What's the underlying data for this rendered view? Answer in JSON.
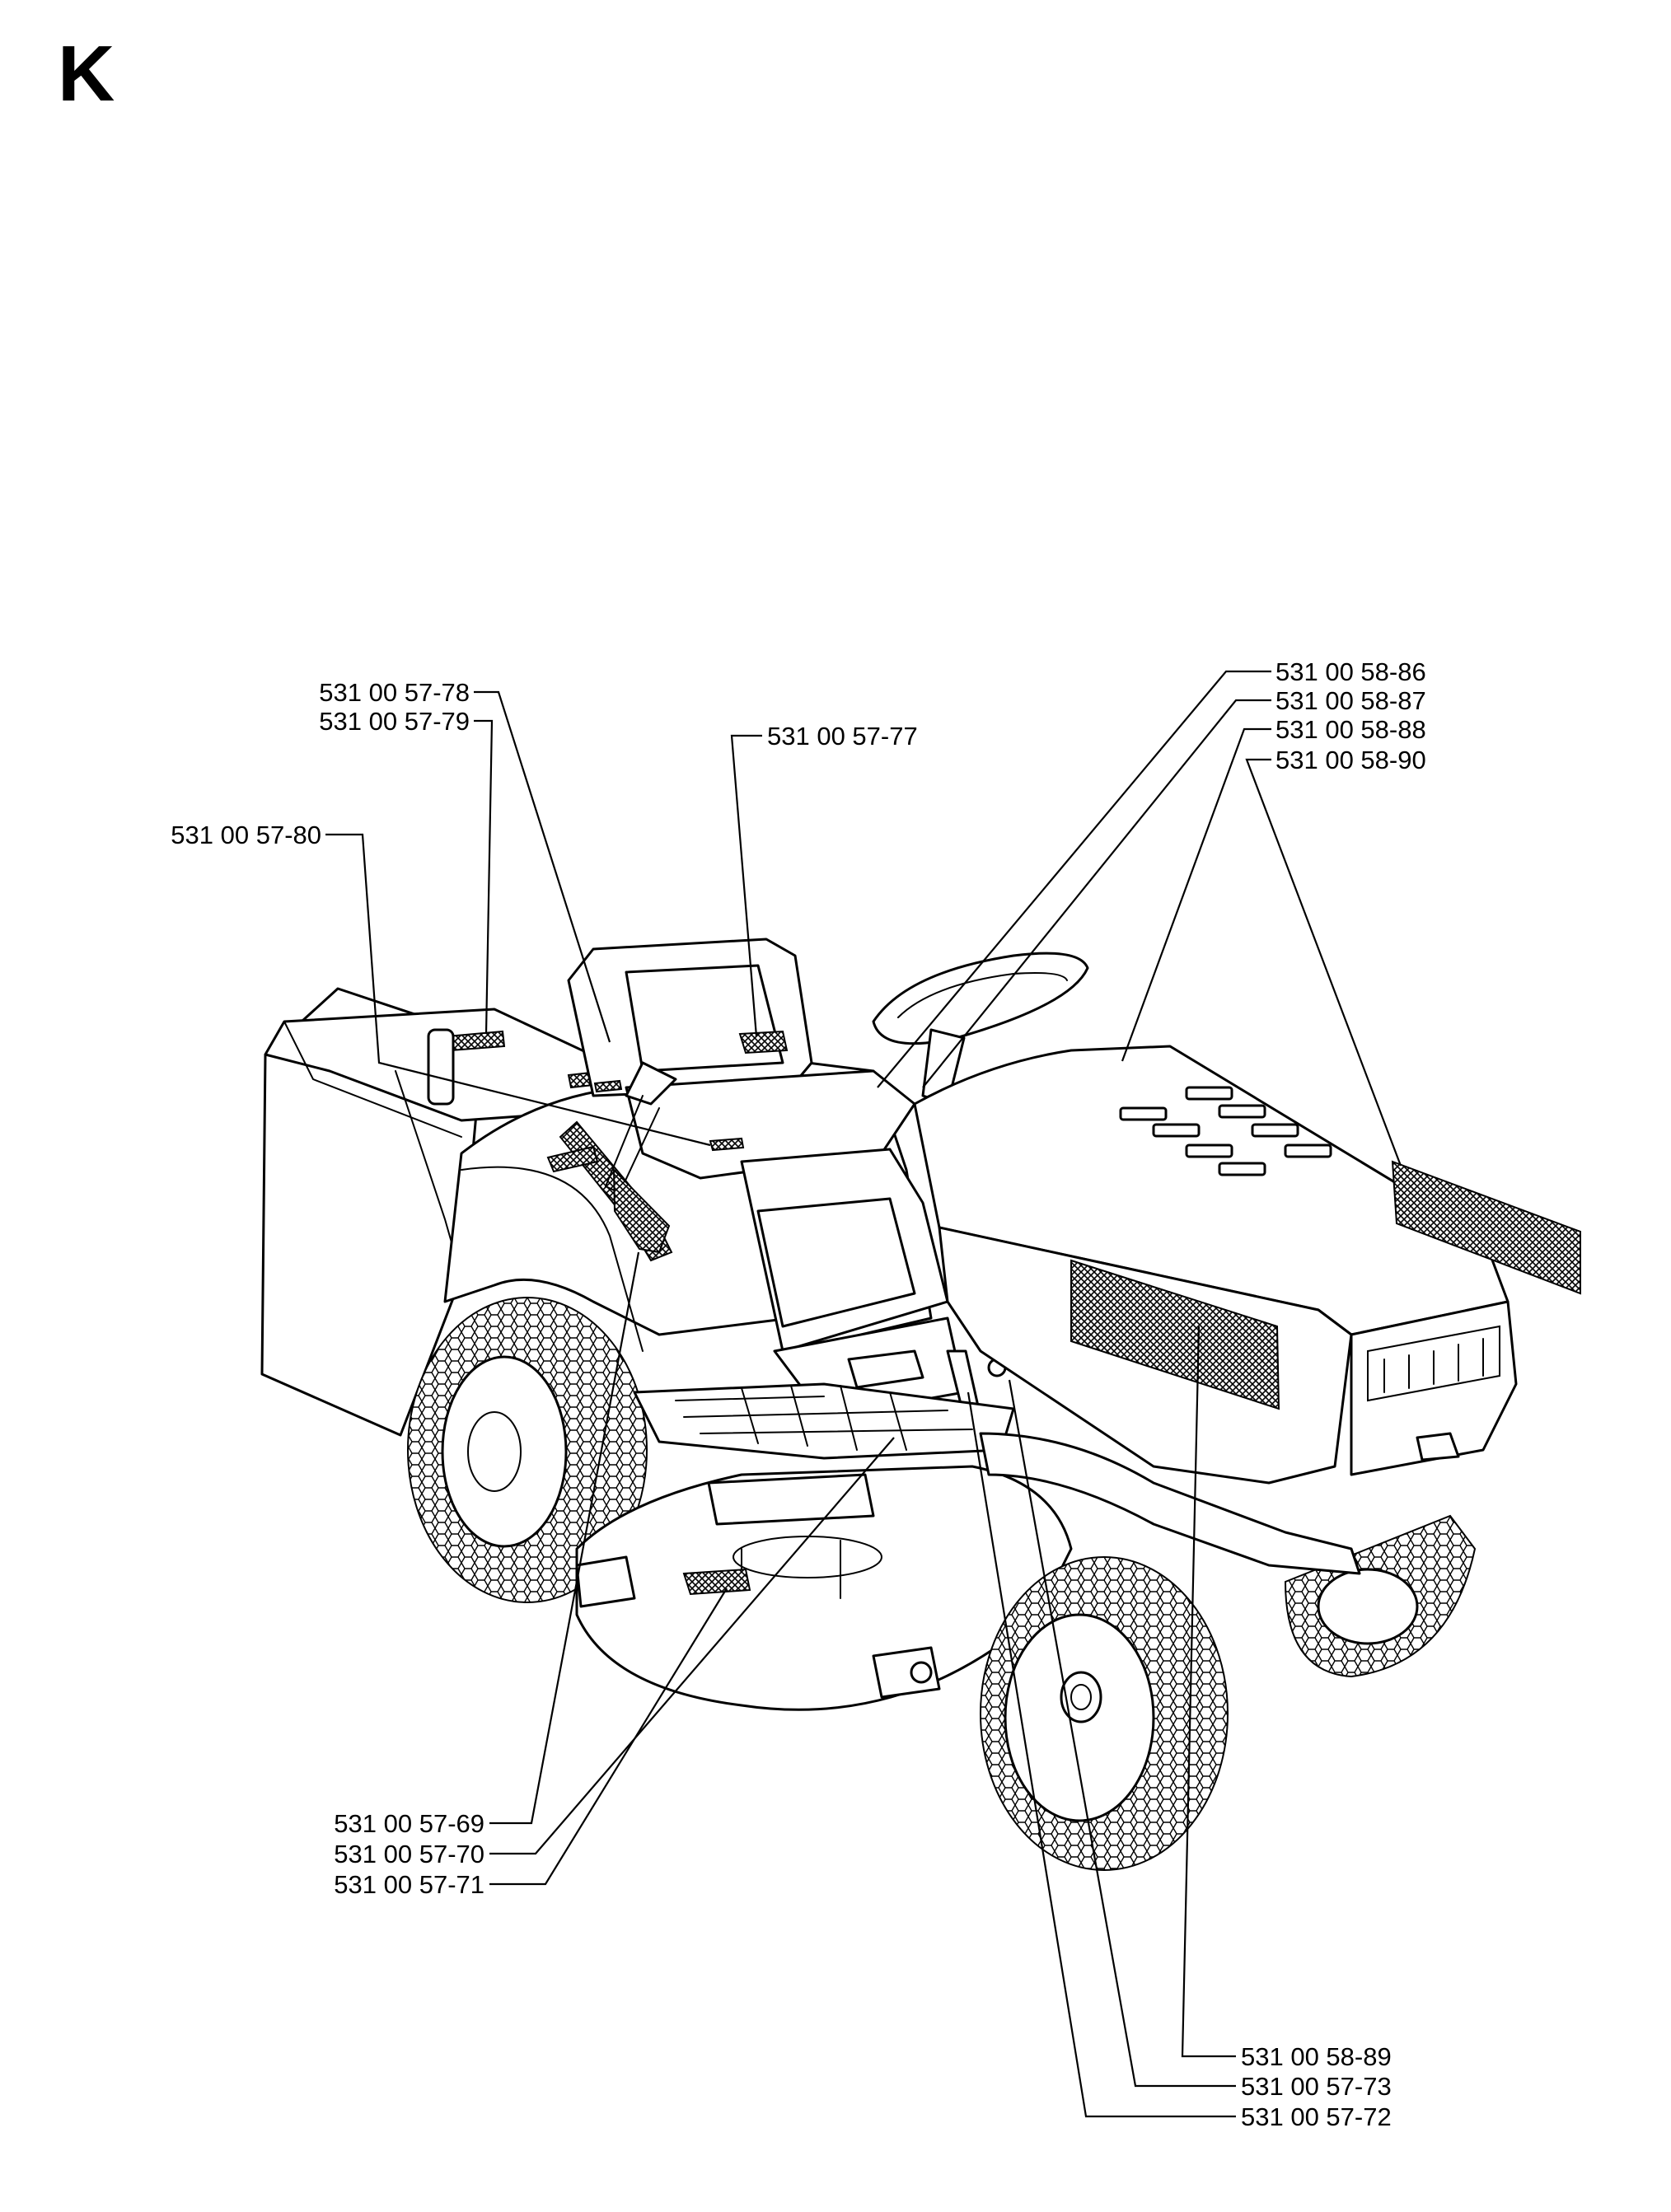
{
  "page": {
    "letter": "K"
  },
  "labels": {
    "p5778": "531 00 57-78",
    "p5779": "531 00 57-79",
    "p5777": "531 00 57-77",
    "p5780": "531 00 57-80",
    "p5886": "531 00 58-86",
    "p5887": "531 00 58-87",
    "p5888": "531 00 58-88",
    "p5890": "531 00 58-90",
    "p5769": "531 00 57-69",
    "p5770": "531 00 57-70",
    "p5771": "531 00 57-71",
    "p5889": "531 00 58-89",
    "p5773": "531 00 57-73",
    "p5772": "531 00 57-72"
  }
}
